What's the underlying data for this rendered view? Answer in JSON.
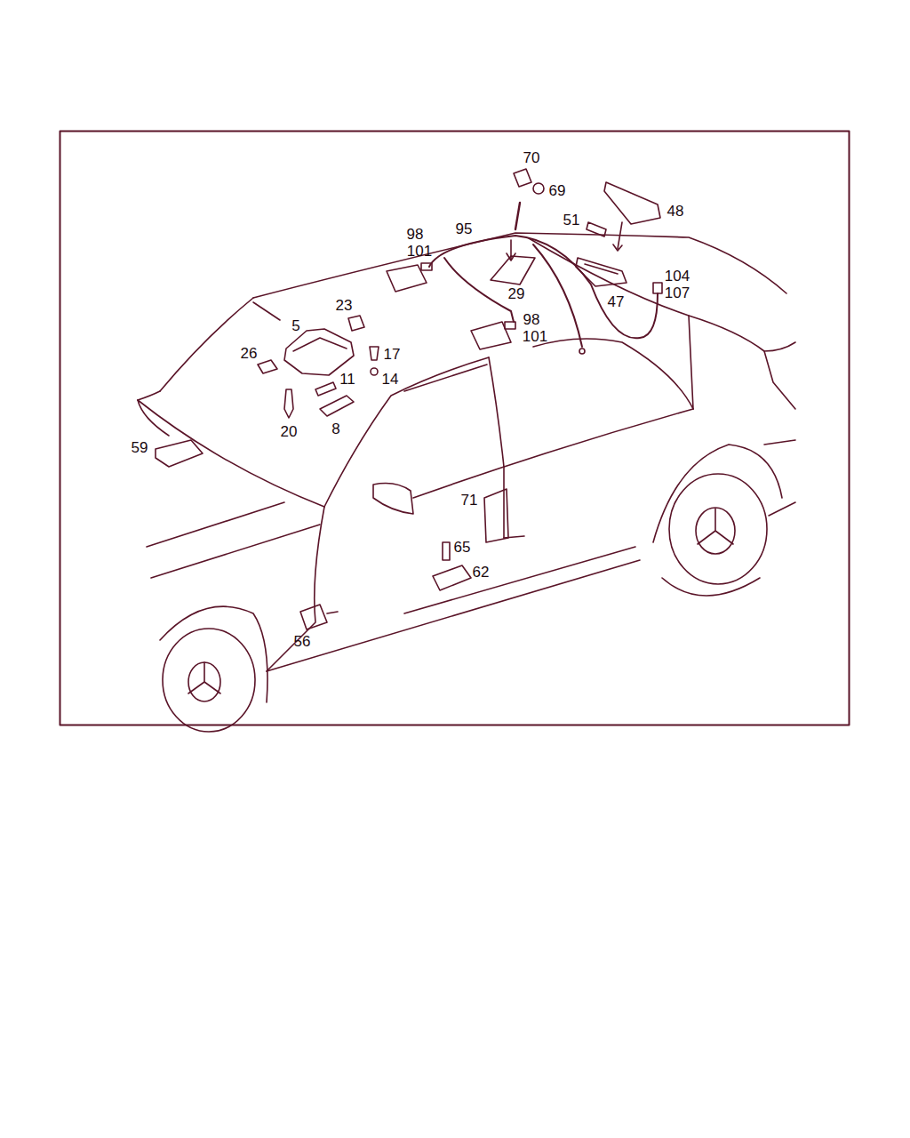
{
  "diagram": {
    "labels": [
      "70",
      "69",
      "48",
      "51",
      "98",
      "95",
      "101",
      "104",
      "107",
      "29",
      "47",
      "23",
      "98",
      "101",
      "5",
      "26",
      "17",
      "11",
      "14",
      "20",
      "8",
      "59",
      "71",
      "65",
      "62",
      "56"
    ]
  }
}
